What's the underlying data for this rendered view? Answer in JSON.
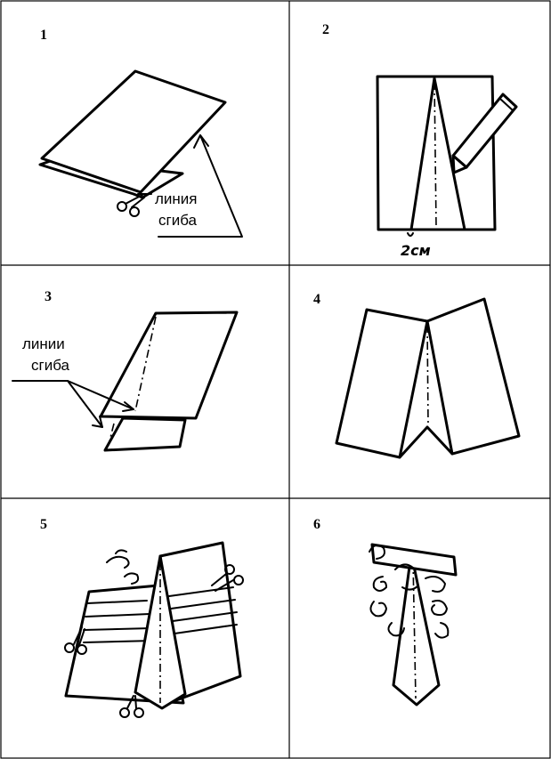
{
  "panels": [
    {
      "number": "1",
      "labels": [
        "линия",
        "сгиба"
      ]
    },
    {
      "number": "2",
      "labels": [
        "2см"
      ]
    },
    {
      "number": "3",
      "labels": [
        "линии",
        "сгиба"
      ]
    },
    {
      "number": "4",
      "labels": []
    },
    {
      "number": "5",
      "labels": []
    },
    {
      "number": "6",
      "labels": []
    }
  ],
  "colors": {
    "ink": "#000000",
    "paper": "#ffffff"
  }
}
